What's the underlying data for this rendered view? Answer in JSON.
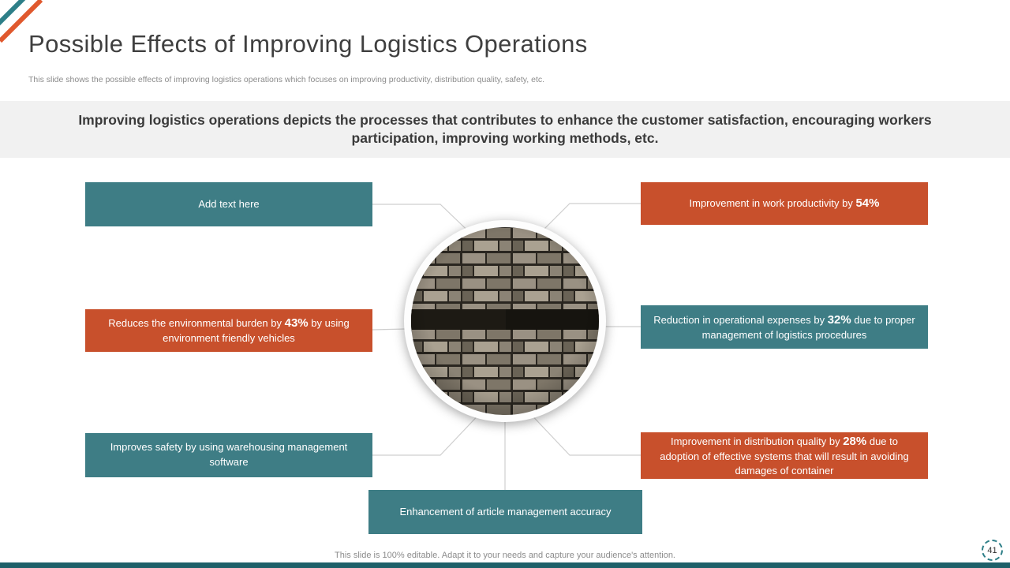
{
  "slide": {
    "title": "Possible Effects of Improving Logistics Operations",
    "subtitle": "This slide shows the possible effects of improving logistics operations which focuses on improving productivity, distribution quality, safety, etc.",
    "banner_text": "Improving logistics operations depicts the processes that contributes to enhance the customer satisfaction, encouraging workers participation, improving working methods, etc.",
    "footer_note": "This slide is 100% editable. Adapt it to your needs and capture your audience's attention.",
    "page_number": "41"
  },
  "colors": {
    "teal": "#3e7d85",
    "red": "#c8502c",
    "banner_bg": "#f1f1f1",
    "bottom_bar": "#1e6069",
    "accent_teal": "#2e7f88",
    "accent_orange": "#e0592e",
    "connector_gray": "#cfcfcf"
  },
  "boxes": {
    "left_top": {
      "before": "Add text here",
      "highlight": "",
      "after": "",
      "color": "#3e7d85"
    },
    "left_mid": {
      "before": "Reduces the environmental burden by ",
      "highlight": "43%",
      "after": " by using environment friendly vehicles",
      "color": "#c8502c"
    },
    "left_bottom": {
      "before": "Improves safety by using warehousing management software",
      "highlight": "",
      "after": "",
      "color": "#3e7d85"
    },
    "right_top": {
      "before": "Improvement in work productivity by ",
      "highlight": "54%",
      "after": "",
      "color": "#c8502c"
    },
    "right_mid": {
      "before": "Reduction in operational expenses by ",
      "highlight": "32%",
      "after": " due to proper management of logistics procedures",
      "color": "#3e7d85"
    },
    "right_bottom": {
      "before": "Improvement in distribution quality by ",
      "highlight": "28%",
      "after": " due to adoption of effective systems that will result in avoiding damages of container",
      "color": "#c8502c"
    },
    "bottom_center": {
      "before": "Enhancement of article management accuracy",
      "highlight": "",
      "after": "",
      "color": "#3e7d85"
    }
  }
}
